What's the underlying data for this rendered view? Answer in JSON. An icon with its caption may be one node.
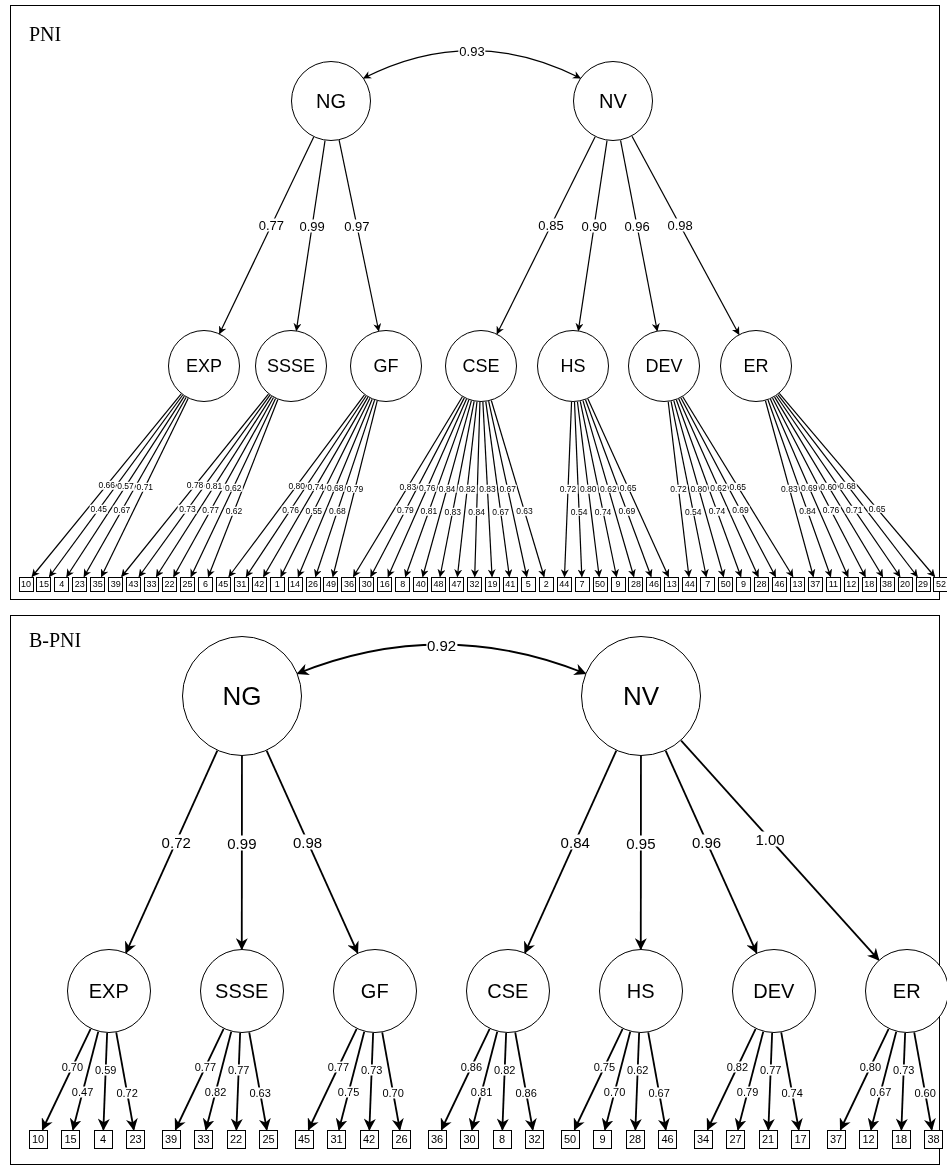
{
  "diagram": {
    "nodes": [
      {
        "text": [
          "PNI"
        ]
      },
      {
        "text": [
          "NG"
        ],
        "in": 0
      },
      {
        "text": [
          "NV"
        ],
        "in": 0
      },
      {
        "text": [
          "EXP"
        ],
        "in": 0
      },
      {
        "text": [
          "SSSE"
        ],
        "in": 0
      },
      {
        "text": [
          "GF"
        ],
        "in": 0
      },
      {
        "text": [
          "CSE"
        ],
        "in": 0
      },
      {
        "text": [
          "HS"
        ],
        "in": 0
      },
      {
        "text": [
          "DEV"
        ],
        "in": 0
      },
      {
        "text": [
          "ER"
        ],
        "in": 0
      },
      {
        "text": [
          "10"
        ],
        "in": 0
      },
      {
        "text": [
          "15"
        ],
        "in": 0
      },
      {
        "text": [
          "4"
        ],
        "in": 0
      },
      {
        "text": [
          "23"
        ],
        "in": 0
      },
      {
        "text": [
          "35"
        ],
        "in": 0
      },
      {
        "text": [
          "39"
        ],
        "in": 0
      },
      {
        "text": [
          "43"
        ],
        "in": 0
      },
      {
        "text": [
          "33"
        ],
        "in": 0
      },
      {
        "text": [
          "22"
        ],
        "in": 0
      },
      {
        "text": [
          "25"
        ],
        "in": 0
      },
      {
        "text": [
          "6"
        ],
        "in": 0
      },
      {
        "text": [
          "45"
        ],
        "in": 0
      },
      {
        "text": [
          "31"
        ],
        "in": 0
      },
      {
        "text": [
          "42"
        ],
        "in": 0
      },
      {
        "text": [
          "1"
        ],
        "in": 0
      },
      {
        "text": [
          "14"
        ],
        "in": 0
      },
      {
        "text": [
          "26"
        ],
        "in": 0
      },
      {
        "text": [
          "49"
        ],
        "in": 0
      },
      {
        "text": [
          "36"
        ],
        "in": 0
      },
      {
        "text": [
          "30"
        ],
        "in": 0
      },
      {
        "text": [
          "16"
        ],
        "in": 0
      },
      {
        "text": [
          "8"
        ],
        "in": 0
      },
      {
        "text": [
          "40"
        ],
        "in": 0
      },
      {
        "text": [
          "48"
        ],
        "in": 0
      },
      {
        "text": [
          "47"
        ],
        "in": 0
      },
      {
        "text": [
          "32"
        ],
        "in": 0
      },
      {
        "text": [
          "19"
        ],
        "in": 0
      },
      {
        "text": [
          "41"
        ],
        "in": 0
      },
      {
        "text": [
          "5"
        ],
        "in": 0
      },
      {
        "text": [
          "2"
        ],
        "in": 0
      },
      {
        "text": [
          "44"
        ],
        "in": 0
      },
      {
        "text": [
          "7"
        ],
        "in": 0
      },
      {
        "text": [
          "50"
        ],
        "in": 0
      },
      {
        "text": [
          "9"
        ],
        "in": 0
      },
      {
        "text": [
          "28"
        ],
        "in": 0
      },
      {
        "text": [
          "46"
        ],
        "in": 0
      },
      {
        "text": [
          "13"
        ],
        "in": 0
      },
      {
        "text": [
          "44"
        ],
        "in": 0
      },
      {
        "text": [
          "7"
        ],
        "in": 0
      },
      {
        "text": [
          "50"
        ],
        "in": 0
      },
      {
        "text": [
          "9"
        ],
        "in": 0
      },
      {
        "text": [
          "28"
        ],
        "in": 0
      },
      {
        "text": [
          "46"
        ],
        "in": 0
      },
      {
        "text": [
          "13"
        ],
        "in": 0
      },
      {
        "text": [
          "37"
        ],
        "in": 0
      },
      {
        "text": [
          "11"
        ],
        "in": 0
      },
      {
        "text": [
          "12"
        ],
        "in": 0
      },
      {
        "text": [
          "18"
        ],
        "in": 0
      },
      {
        "text": [
          "38"
        ],
        "in": 0
      },
      {
        "text": [
          "20"
        ],
        "in": 0
      },
      {
        "text": [
          "29"
        ],
        "in": 0
      },
      {
        "text": [
          "52"
        ],
        "in": 0
      },
      {
        "text": [
          "B-PNI"
        ]
      },
      {
        "text": [
          "NG"
        ],
        "in": 62
      },
      {
        "text": [
          "NV"
        ],
        "in": 62
      },
      {
        "text": [
          "EXP"
        ],
        "in": 62
      },
      {
        "text": [
          "SSSE"
        ],
        "in": 62
      },
      {
        "text": [
          "GF"
        ],
        "in": 62
      },
      {
        "text": [
          "CSE"
        ],
        "in": 62
      },
      {
        "text": [
          "HS"
        ],
        "in": 62
      },
      {
        "text": [
          "DEV"
        ],
        "in": 62
      },
      {
        "text": [
          "ER"
        ],
        "in": 62
      },
      {
        "text": [
          "10"
        ],
        "in": 62
      },
      {
        "text": [
          "15"
        ],
        "in": 62
      },
      {
        "text": [
          "4"
        ],
        "in": 62
      },
      {
        "text": [
          "23"
        ],
        "in": 62
      },
      {
        "text": [
          "39"
        ],
        "in": 62
      },
      {
        "text": [
          "33"
        ],
        "in": 62
      },
      {
        "text": [
          "22"
        ],
        "in": 62
      },
      {
        "text": [
          "25"
        ],
        "in": 62
      },
      {
        "text": [
          "45"
        ],
        "in": 62
      },
      {
        "text": [
          "31"
        ],
        "in": 62
      },
      {
        "text": [
          "42"
        ],
        "in": 62
      },
      {
        "text": [
          "26"
        ],
        "in": 62
      },
      {
        "text": [
          "36"
        ],
        "in": 62
      },
      {
        "text": [
          "30"
        ],
        "in": 62
      },
      {
        "text": [
          "8"
        ],
        "in": 62
      },
      {
        "text": [
          "32"
        ],
        "in": 62
      },
      {
        "text": [
          "50"
        ],
        "in": 62
      },
      {
        "text": [
          "9"
        ],
        "in": 62
      },
      {
        "text": [
          "28"
        ],
        "in": 62
      },
      {
        "text": [
          "46"
        ],
        "in": 62
      },
      {
        "text": [
          "34"
        ],
        "in": 62
      },
      {
        "text": [
          "27"
        ],
        "in": 62
      },
      {
        "text": [
          "21"
        ],
        "in": 62
      },
      {
        "text": [
          "17"
        ],
        "in": 62
      },
      {
        "text": [
          "37"
        ],
        "in": 62
      },
      {
        "text": [
          "12"
        ],
        "in": 62
      },
      {
        "text": [
          "18"
        ],
        "in": 62
      },
      {
        "text": [
          "38"
        ],
        "in": 62
      }
    ],
    "edges": [
      {
        "from": 1,
        "to": 2,
        "arrow": "both",
        "label": "0.93"
      },
      {
        "from": 1,
        "to": 3,
        "arrow": "to",
        "label": "0.77"
      },
      {
        "from": 1,
        "to": 4,
        "arrow": "to",
        "label": "0.99"
      },
      {
        "from": 1,
        "to": 5,
        "arrow": "to",
        "label": "0.97"
      },
      {
        "from": 2,
        "to": 6,
        "arrow": "to",
        "label": "0.85"
      },
      {
        "from": 2,
        "to": 7,
        "arrow": "to",
        "label": "0.90"
      },
      {
        "from": 2,
        "to": 8,
        "arrow": "to",
        "label": "0.96"
      },
      {
        "from": 2,
        "to": 9,
        "arrow": "to",
        "label": "0.98"
      },
      {
        "from": 3,
        "to": 10,
        "arrow": "to",
        "label": "0.66"
      },
      {
        "from": 3,
        "to": 11,
        "arrow": "to",
        "label": "0.45"
      },
      {
        "from": 3,
        "to": 12,
        "arrow": "to",
        "label": "0.57"
      },
      {
        "from": 3,
        "to": 13,
        "arrow": "to",
        "label": "0.67"
      },
      {
        "from": 3,
        "to": 14,
        "arrow": "to",
        "label": "0.71"
      },
      {
        "from": 4,
        "to": 15,
        "arrow": "to",
        "label": "0.78"
      },
      {
        "from": 4,
        "to": 16,
        "arrow": "to",
        "label": "0.73"
      },
      {
        "from": 4,
        "to": 17,
        "arrow": "to",
        "label": "0.81"
      },
      {
        "from": 4,
        "to": 18,
        "arrow": "to",
        "label": "0.77"
      },
      {
        "from": 4,
        "to": 19,
        "arrow": "to",
        "label": "0.62"
      },
      {
        "from": 4,
        "to": 20,
        "arrow": "to",
        "label": "0.62"
      },
      {
        "from": 5,
        "to": 21,
        "arrow": "to",
        "label": "0.80"
      },
      {
        "from": 5,
        "to": 22,
        "arrow": "to",
        "label": "0.76"
      },
      {
        "from": 5,
        "to": 23,
        "arrow": "to",
        "label": "0.74"
      },
      {
        "from": 5,
        "to": 24,
        "arrow": "to",
        "label": "0.55"
      },
      {
        "from": 5,
        "to": 25,
        "arrow": "to",
        "label": "0.68"
      },
      {
        "from": 5,
        "to": 26,
        "arrow": "to",
        "label": "0.68"
      },
      {
        "from": 5,
        "to": 27,
        "arrow": "to",
        "label": "0.79"
      },
      {
        "from": 6,
        "to": 28,
        "arrow": "to",
        "label": "0.83"
      },
      {
        "from": 6,
        "to": 29,
        "arrow": "to",
        "label": "0.79"
      },
      {
        "from": 6,
        "to": 30,
        "arrow": "to",
        "label": "0.76"
      },
      {
        "from": 6,
        "to": 31,
        "arrow": "to",
        "label": "0.81"
      },
      {
        "from": 6,
        "to": 32,
        "arrow": "to",
        "label": "0.84"
      },
      {
        "from": 6,
        "to": 33,
        "arrow": "to",
        "label": "0.83"
      },
      {
        "from": 6,
        "to": 34,
        "arrow": "to",
        "label": "0.82"
      },
      {
        "from": 6,
        "to": 35,
        "arrow": "to",
        "label": "0.84"
      },
      {
        "from": 6,
        "to": 36,
        "arrow": "to",
        "label": "0.83"
      },
      {
        "from": 6,
        "to": 37,
        "arrow": "to",
        "label": "0.67"
      },
      {
        "from": 6,
        "to": 38,
        "arrow": "to",
        "label": "0.67"
      },
      {
        "from": 6,
        "to": 39,
        "arrow": "to",
        "label": "0.63"
      },
      {
        "from": 7,
        "to": 40,
        "arrow": "to",
        "label": "0.72"
      },
      {
        "from": 7,
        "to": 41,
        "arrow": "to",
        "label": "0.54"
      },
      {
        "from": 7,
        "to": 42,
        "arrow": "to",
        "label": "0.80"
      },
      {
        "from": 7,
        "to": 43,
        "arrow": "to",
        "label": "0.74"
      },
      {
        "from": 7,
        "to": 44,
        "arrow": "to",
        "label": "0.62"
      },
      {
        "from": 7,
        "to": 45,
        "arrow": "to",
        "label": "0.69"
      },
      {
        "from": 7,
        "to": 46,
        "arrow": "to",
        "label": "0.65"
      },
      {
        "from": 8,
        "to": 47,
        "arrow": "to",
        "label": "0.72"
      },
      {
        "from": 8,
        "to": 48,
        "arrow": "to",
        "label": "0.54"
      },
      {
        "from": 8,
        "to": 49,
        "arrow": "to",
        "label": "0.80"
      },
      {
        "from": 8,
        "to": 50,
        "arrow": "to",
        "label": "0.74"
      },
      {
        "from": 8,
        "to": 51,
        "arrow": "to",
        "label": "0.62"
      },
      {
        "from": 8,
        "to": 52,
        "arrow": "to",
        "label": "0.69"
      },
      {
        "from": 8,
        "to": 53,
        "arrow": "to",
        "label": "0.65"
      },
      {
        "from": 9,
        "to": 54,
        "arrow": "to",
        "label": "0.83"
      },
      {
        "from": 9,
        "to": 55,
        "arrow": "to",
        "label": "0.84"
      },
      {
        "from": 9,
        "to": 56,
        "arrow": "to",
        "label": "0.69"
      },
      {
        "from": 9,
        "to": 57,
        "arrow": "to",
        "label": "0.76"
      },
      {
        "from": 9,
        "to": 58,
        "arrow": "to",
        "label": "0.60"
      },
      {
        "from": 9,
        "to": 59,
        "arrow": "to",
        "label": "0.71"
      },
      {
        "from": 9,
        "to": 60,
        "arrow": "to",
        "label": "0.68"
      },
      {
        "from": 9,
        "to": 61,
        "arrow": "to",
        "label": "0.65"
      },
      {
        "from": 63,
        "to": 64,
        "arrow": "both",
        "label": "0.92"
      },
      {
        "from": 63,
        "to": 65,
        "arrow": "to",
        "label": "0.72"
      },
      {
        "from": 63,
        "to": 66,
        "arrow": "to",
        "label": "0.99"
      },
      {
        "from": 63,
        "to": 67,
        "arrow": "to",
        "label": "0.98"
      },
      {
        "from": 64,
        "to": 68,
        "arrow": "to",
        "label": "0.84"
      },
      {
        "from": 64,
        "to": 69,
        "arrow": "to",
        "label": "0.95"
      },
      {
        "from": 64,
        "to": 70,
        "arrow": "to",
        "label": "0.96"
      },
      {
        "from": 64,
        "to": 71,
        "arrow": "to",
        "label": "1.00"
      },
      {
        "from": 65,
        "to": 72,
        "arrow": "to",
        "label": "0.70"
      },
      {
        "from": 65,
        "to": 73,
        "arrow": "to",
        "label": "0.47"
      },
      {
        "from": 65,
        "to": 74,
        "arrow": "to",
        "label": "0.59"
      },
      {
        "from": 65,
        "to": 75,
        "arrow": "to",
        "label": "0.72"
      },
      {
        "from": 66,
        "to": 76,
        "arrow": "to",
        "label": "0.77"
      },
      {
        "from": 66,
        "to": 77,
        "arrow": "to",
        "label": "0.82"
      },
      {
        "from": 66,
        "to": 78,
        "arrow": "to",
        "label": "0.77"
      },
      {
        "from": 66,
        "to": 79,
        "arrow": "to",
        "label": "0.63"
      },
      {
        "from": 67,
        "to": 80,
        "arrow": "to",
        "label": "0.77"
      },
      {
        "from": 67,
        "to": 81,
        "arrow": "to",
        "label": "0.75"
      },
      {
        "from": 67,
        "to": 82,
        "arrow": "to",
        "label": "0.73"
      },
      {
        "from": 67,
        "to": 83,
        "arrow": "to",
        "label": "0.70"
      },
      {
        "from": 68,
        "to": 84,
        "arrow": "to",
        "label": "0.86"
      },
      {
        "from": 68,
        "to": 85,
        "arrow": "to",
        "label": "0.81"
      },
      {
        "from": 68,
        "to": 86,
        "arrow": "to",
        "label": "0.82"
      },
      {
        "from": 68,
        "to": 87,
        "arrow": "to",
        "label": "0.86"
      },
      {
        "from": 69,
        "to": 88,
        "arrow": "to",
        "label": "0.75"
      },
      {
        "from": 69,
        "to": 89,
        "arrow": "to",
        "label": "0.70"
      },
      {
        "from": 69,
        "to": 90,
        "arrow": "to",
        "label": "0.62"
      },
      {
        "from": 69,
        "to": 91,
        "arrow": "to",
        "label": "0.67"
      },
      {
        "from": 70,
        "to": 92,
        "arrow": "to",
        "label": "0.82"
      },
      {
        "from": 70,
        "to": 93,
        "arrow": "to",
        "label": "0.79"
      },
      {
        "from": 70,
        "to": 94,
        "arrow": "to",
        "label": "0.77"
      },
      {
        "from": 70,
        "to": 95,
        "arrow": "to",
        "label": "0.74"
      },
      {
        "from": 71,
        "to": 96,
        "arrow": "to",
        "label": "0.80"
      },
      {
        "from": 71,
        "to": 97,
        "arrow": "to",
        "label": "0.67"
      },
      {
        "from": 71,
        "to": 98,
        "arrow": "to",
        "label": "0.73"
      },
      {
        "from": 71,
        "to": 99,
        "arrow": "to",
        "label": "0.60"
      }
    ]
  }
}
